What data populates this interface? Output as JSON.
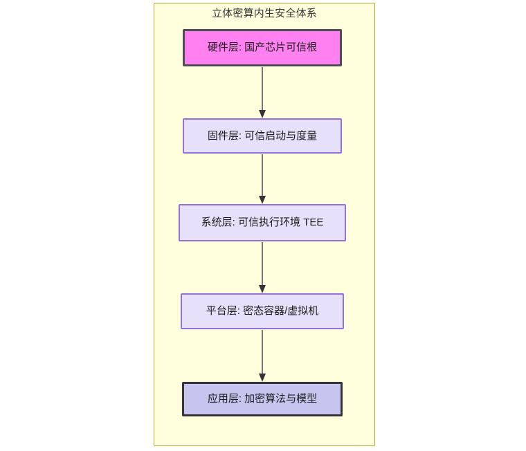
{
  "diagram": {
    "type": "flowchart",
    "direction": "top-down",
    "container": {
      "title": "立体密算内生安全体系",
      "background_color": "#ffffde",
      "border_color": "#aaaa33"
    },
    "nodes": [
      {
        "id": "hardware",
        "label": "硬件层: 国产芯片可信根",
        "fill": "#ff80f0",
        "stroke": "#4d4d52",
        "emphasis": "strong"
      },
      {
        "id": "firmware",
        "label": "固件层: 可信启动与度量",
        "fill": "#e6e0fa",
        "stroke": "#9370db",
        "emphasis": "normal"
      },
      {
        "id": "system",
        "label": "系统层: 可信执行环境 TEE",
        "fill": "#e6e0fa",
        "stroke": "#9370db",
        "emphasis": "normal"
      },
      {
        "id": "platform",
        "label": "平台层: 密态容器/虚拟机",
        "fill": "#e6e0fa",
        "stroke": "#9370db",
        "emphasis": "normal"
      },
      {
        "id": "application",
        "label": "应用层: 加密算法与模型",
        "fill": "#c8c4f0",
        "stroke": "#333338",
        "emphasis": "strong"
      }
    ],
    "edges": [
      {
        "from": "hardware",
        "to": "firmware",
        "label": ""
      },
      {
        "from": "firmware",
        "to": "system",
        "label": ""
      },
      {
        "from": "system",
        "to": "platform",
        "label": ""
      },
      {
        "from": "platform",
        "to": "application",
        "label": ""
      }
    ]
  }
}
